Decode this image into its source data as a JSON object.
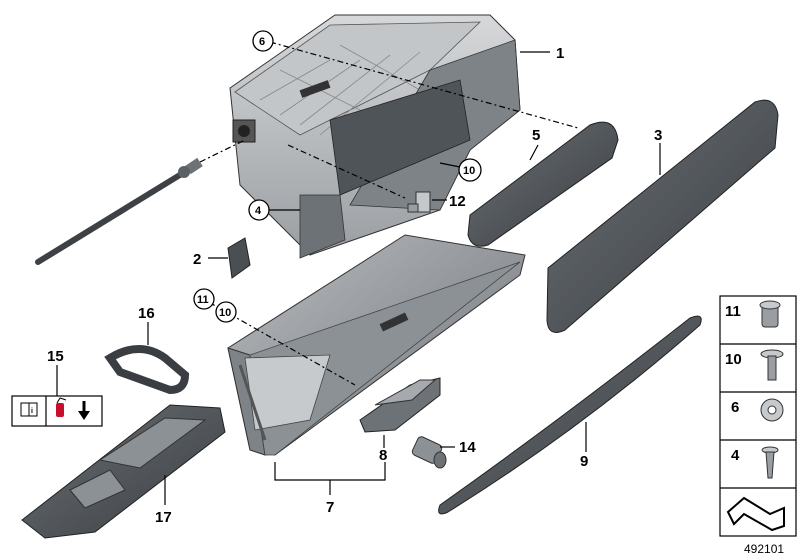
{
  "diagram_id": "492101",
  "labels": {
    "p1": "1",
    "p2": "2",
    "p3": "3",
    "p4": "4",
    "p5": "5",
    "p6": "6",
    "p7": "7",
    "p8": "8",
    "p9": "9",
    "p10a": "10",
    "p10b": "10",
    "p11": "11",
    "p12": "12",
    "p14": "14",
    "p15": "15",
    "p16": "16",
    "p17": "17"
  },
  "fastener_panel": [
    "11",
    "10",
    "6",
    "4"
  ],
  "icons": [
    "manual-book-icon",
    "fire-extinguisher-icon",
    "down-arrow-icon",
    "next-page-arrow-icon"
  ],
  "colors": {
    "part_dark": "#4a4f54",
    "part_mid": "#8c9196",
    "part_light": "#c7cacd",
    "line": "#000000"
  }
}
